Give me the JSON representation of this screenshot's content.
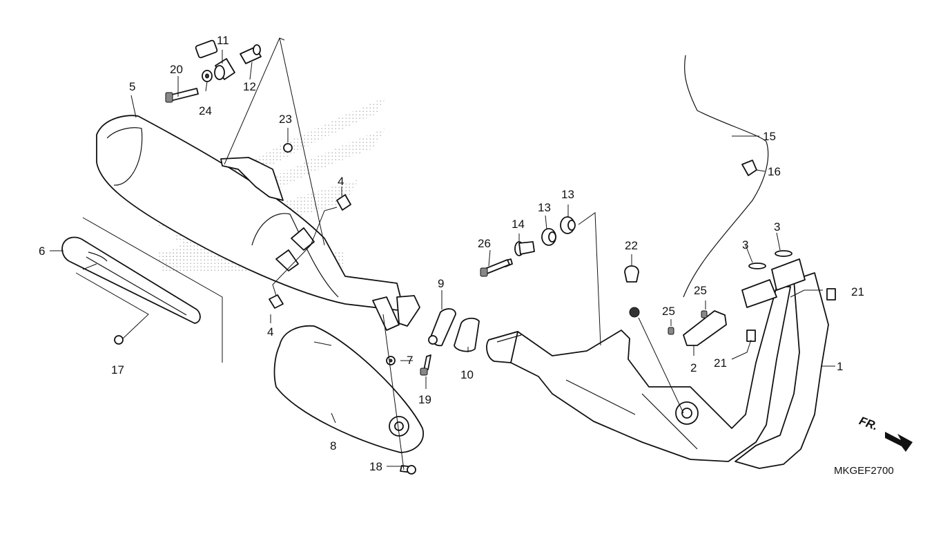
{
  "diagram": {
    "part_numbers": {
      "p1": "1",
      "p2": "2",
      "p3a": "3",
      "p3b": "3",
      "p4a": "4",
      "p4b": "4",
      "p5": "5",
      "p6": "6",
      "p7": "7",
      "p8": "8",
      "p9": "9",
      "p10": "10",
      "p11": "11",
      "p12": "12",
      "p13a": "13",
      "p13b": "13",
      "p14": "14",
      "p15": "15",
      "p16": "16",
      "p17": "17",
      "p18": "18",
      "p19": "19",
      "p20": "20",
      "p21a": "21",
      "p21b": "21",
      "p22": "22",
      "p23": "23",
      "p24": "24",
      "p25a": "25",
      "p25b": "25",
      "p26": "26"
    },
    "front_indicator": "FR.",
    "diagram_code": "MKGEF2700",
    "colors": {
      "line": "#111111",
      "background": "#ffffff",
      "watermark": "#9a9a9a"
    }
  }
}
